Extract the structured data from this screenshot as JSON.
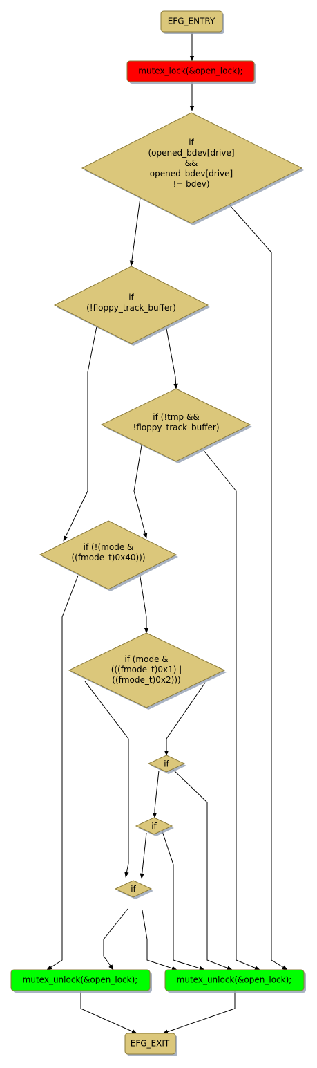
{
  "colors": {
    "default_fill": "#dbc77b",
    "lock_fill": "#ff0000",
    "unlock_fill": "#00ff00",
    "shadow": "#9aa6b8",
    "border": "#8a7a3a"
  },
  "nodes": {
    "entry": {
      "label": [
        "EFG_ENTRY"
      ]
    },
    "lock": {
      "label": [
        "mutex_lock(&open_lock);"
      ]
    },
    "d1": {
      "label": [
        "if",
        "(opened_bdev[drive]",
        "&&",
        "opened_bdev[drive]",
        "!= bdev)"
      ]
    },
    "d2": {
      "label": [
        "if",
        "(!floppy_track_buffer)"
      ]
    },
    "d3": {
      "label": [
        "if (!tmp &&",
        "!floppy_track_buffer)"
      ]
    },
    "d4": {
      "label": [
        "if (!(mode &",
        "((fmode_t)0x40)))"
      ]
    },
    "d5": {
      "label": [
        "if (mode &",
        "(((fmode_t)0x1) |",
        "((fmode_t)0x2)))"
      ]
    },
    "d6": {
      "label": [
        "if"
      ]
    },
    "d7": {
      "label": [
        "if"
      ]
    },
    "d8": {
      "label": [
        "if"
      ]
    },
    "unlock1": {
      "label": [
        "mutex_unlock(&open_lock);"
      ]
    },
    "unlock2": {
      "label": [
        "mutex_unlock(&open_lock);"
      ]
    },
    "exit": {
      "label": [
        "EFG_EXIT"
      ]
    }
  }
}
